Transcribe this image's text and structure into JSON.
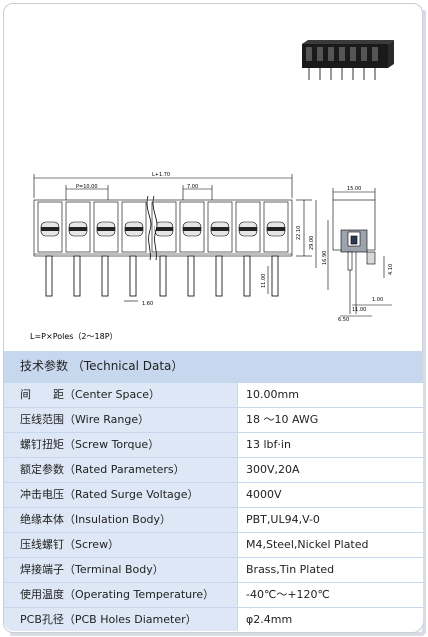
{
  "drawing": {
    "dim_overall": "L+1.70",
    "dim_pitch": "P=10.00",
    "dim_pitch_right": "7.00",
    "dim_height_1": "22.10",
    "dim_height_2": "29.00",
    "dim_pin_left": "11.00",
    "dim_pin_pitch": "1.60",
    "dim_side_width": "15.00",
    "dim_side_height": "16.90",
    "dim_side_pin": "4.10",
    "dim_side_a": "1.00",
    "dim_side_b": "11.00",
    "dim_side_c": "6.50"
  },
  "poles_formula": "L=P×Poles（2～18P）",
  "specs": {
    "title": "技术参数 （Technical Data）",
    "rows": [
      {
        "label": "间　　距（Center Space）",
        "value": "10.00mm"
      },
      {
        "label": "压线范围（Wire Range）",
        "value": "18 ～10 AWG"
      },
      {
        "label": "螺钉扭矩（Screw Torque）",
        "value": "13 lbf·in"
      },
      {
        "label": "额定参数（Rated Parameters）",
        "value": "300V,20A"
      },
      {
        "label": "冲击电压（Rated Surge Voltage）",
        "value": "4000V"
      },
      {
        "label": "绝缘本体（Insulation Body）",
        "value": "PBT,UL94,V-0"
      },
      {
        "label": "压线螺钉（Screw）",
        "value": "M4,Steel,Nickel Plated"
      },
      {
        "label": "焊接端子（Terminal Body）",
        "value": "Brass,Tin Plated"
      },
      {
        "label": "使用温度（Operating Temperature）",
        "value": "-40℃～+120℃"
      },
      {
        "label": "PCB孔径（PCB Holes Diameter）",
        "value": "φ2.4mm"
      }
    ]
  }
}
